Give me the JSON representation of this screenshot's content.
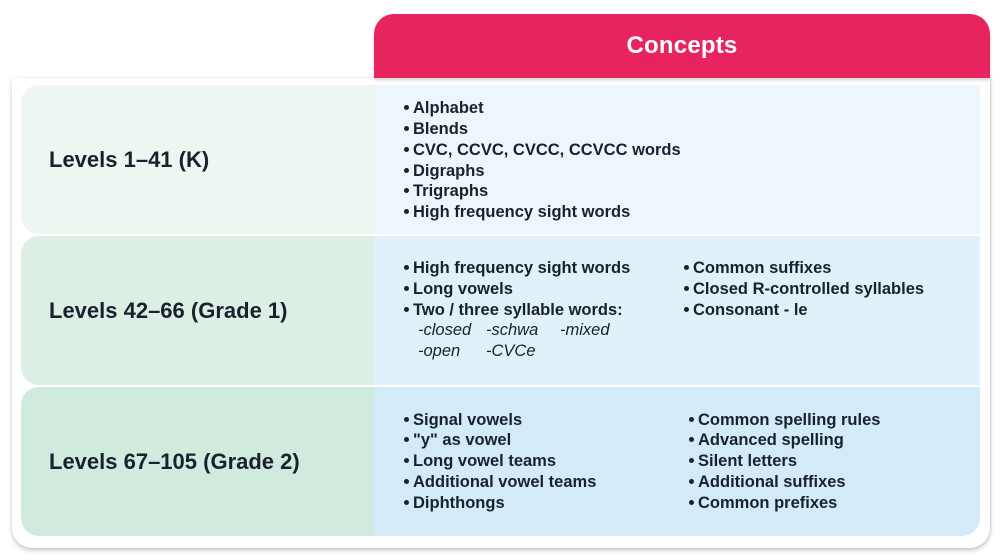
{
  "header": {
    "title": "Concepts"
  },
  "colors": {
    "header_bg": "#E8245F",
    "row_left": [
      "#EDF6F1",
      "#DDEEE5",
      "#D0EADD"
    ],
    "row_right": [
      "#EEF6FD",
      "#E1F1FA",
      "#D3EAF8"
    ],
    "text": "#18212E"
  },
  "rows": [
    {
      "level": "Levels 1–41 (K)",
      "columns": [
        [
          "Alphabet",
          "Blends",
          "CVC, CCVC, CVCC, CCVCC words",
          "Digraphs",
          "Trigraphs",
          "High frequency sight words"
        ]
      ]
    },
    {
      "level": "Levels 42–66 (Grade 1)",
      "columns": [
        [
          "High frequency sight words",
          "Long vowels",
          "Two / three syllable words:"
        ],
        [
          "Common suffixes",
          "Closed R-controlled syllables",
          "Consonant - le"
        ]
      ],
      "sub_items": [
        [
          "-closed",
          "-schwa",
          "-mixed"
        ],
        [
          "-open",
          "-CVCe"
        ]
      ]
    },
    {
      "level": "Levels 67–105 (Grade 2)",
      "columns": [
        [
          "Signal vowels",
          "\"y\" as vowel",
          "Long vowel teams",
          "Additional vowel teams",
          "Diphthongs"
        ],
        [
          "Common spelling rules",
          "Advanced spelling",
          "Silent letters",
          "Additional suffixes",
          "Common prefixes"
        ]
      ]
    }
  ]
}
